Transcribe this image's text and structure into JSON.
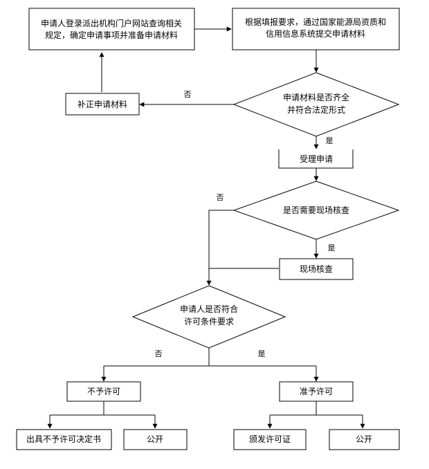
{
  "nodes": {
    "browse": [
      "申请人登录派出机构门户网站查询相关",
      "规定，确定申请事项并准备申请材料"
    ],
    "submit": [
      "根据填报要求，通过国家能源局资质和",
      "信用信息系统提交申请材料"
    ],
    "check_docs": [
      "申请材料是否齐全",
      "并符合法定形式"
    ],
    "supplement": "补正申请材料",
    "accept": "受理申请",
    "need_inspect": "是否需要现场核查",
    "inspect": "现场核查",
    "conditions": [
      "申请人是否符合",
      "许可条件要求"
    ],
    "deny": "不予许可",
    "approve": "准予许可",
    "deny_doc": "出具不予许可决定书",
    "deny_public": "公开",
    "issue_cert": "颁发许可证",
    "approve_public": "公开"
  },
  "labels": {
    "no_docs": "否",
    "yes_docs": "是",
    "no_inspect": "否",
    "yes_inspect": "是",
    "no_cond": "否",
    "yes_cond": "是"
  }
}
